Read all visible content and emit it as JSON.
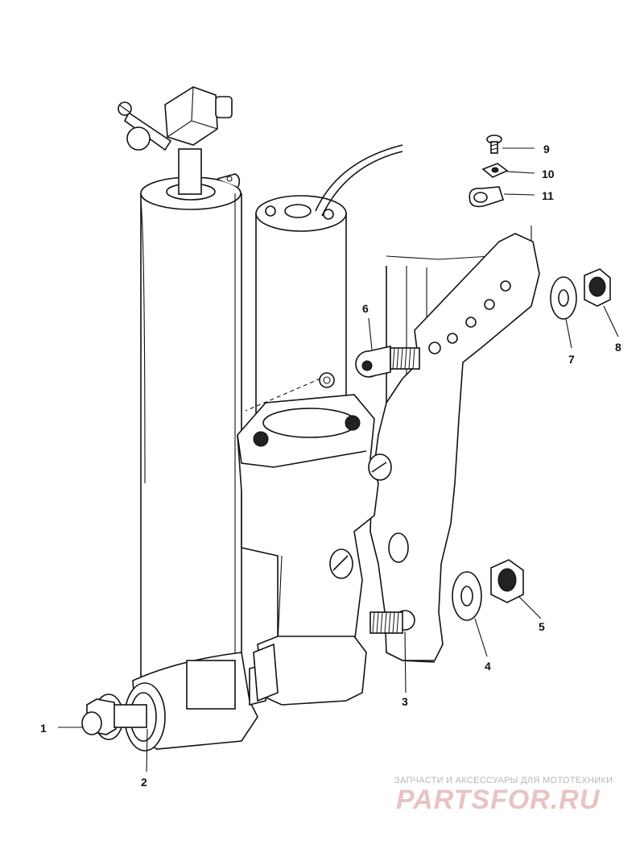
{
  "diagram": {
    "callouts": [
      {
        "id": "1",
        "label": "1"
      },
      {
        "id": "2",
        "label": "2"
      },
      {
        "id": "3",
        "label": "3"
      },
      {
        "id": "4",
        "label": "4"
      },
      {
        "id": "5",
        "label": "5"
      },
      {
        "id": "6",
        "label": "6"
      },
      {
        "id": "7",
        "label": "7"
      },
      {
        "id": "8",
        "label": "8"
      },
      {
        "id": "9",
        "label": "9"
      },
      {
        "id": "10",
        "label": "10"
      },
      {
        "id": "11",
        "label": "11"
      }
    ]
  },
  "watermark": {
    "caption": "ЗАПЧАСТИ И АКСЕССУАРЫ ДЛЯ МОТОТЕХНИКИ",
    "logo": "PARTSFOR.RU"
  }
}
